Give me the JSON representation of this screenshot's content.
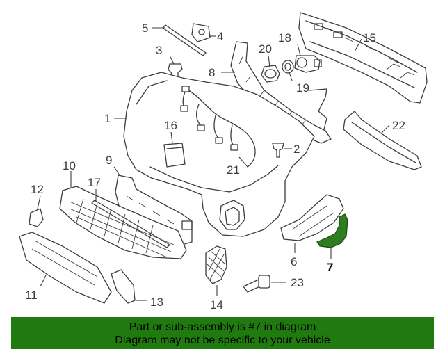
{
  "diagram": {
    "callouts": [
      "1",
      "2",
      "3",
      "4",
      "5",
      "6",
      "7",
      "8",
      "9",
      "10",
      "11",
      "12",
      "13",
      "14",
      "15",
      "16",
      "17",
      "18",
      "19",
      "20",
      "21",
      "22",
      "23"
    ],
    "highlighted_callout": "7",
    "highlight_color": "#2e7d1e"
  },
  "banner": {
    "line1": "Part or sub-assembly is #7 in diagram",
    "line2": "Diagram may not be specific to your vehicle",
    "background": "#207a10"
  }
}
